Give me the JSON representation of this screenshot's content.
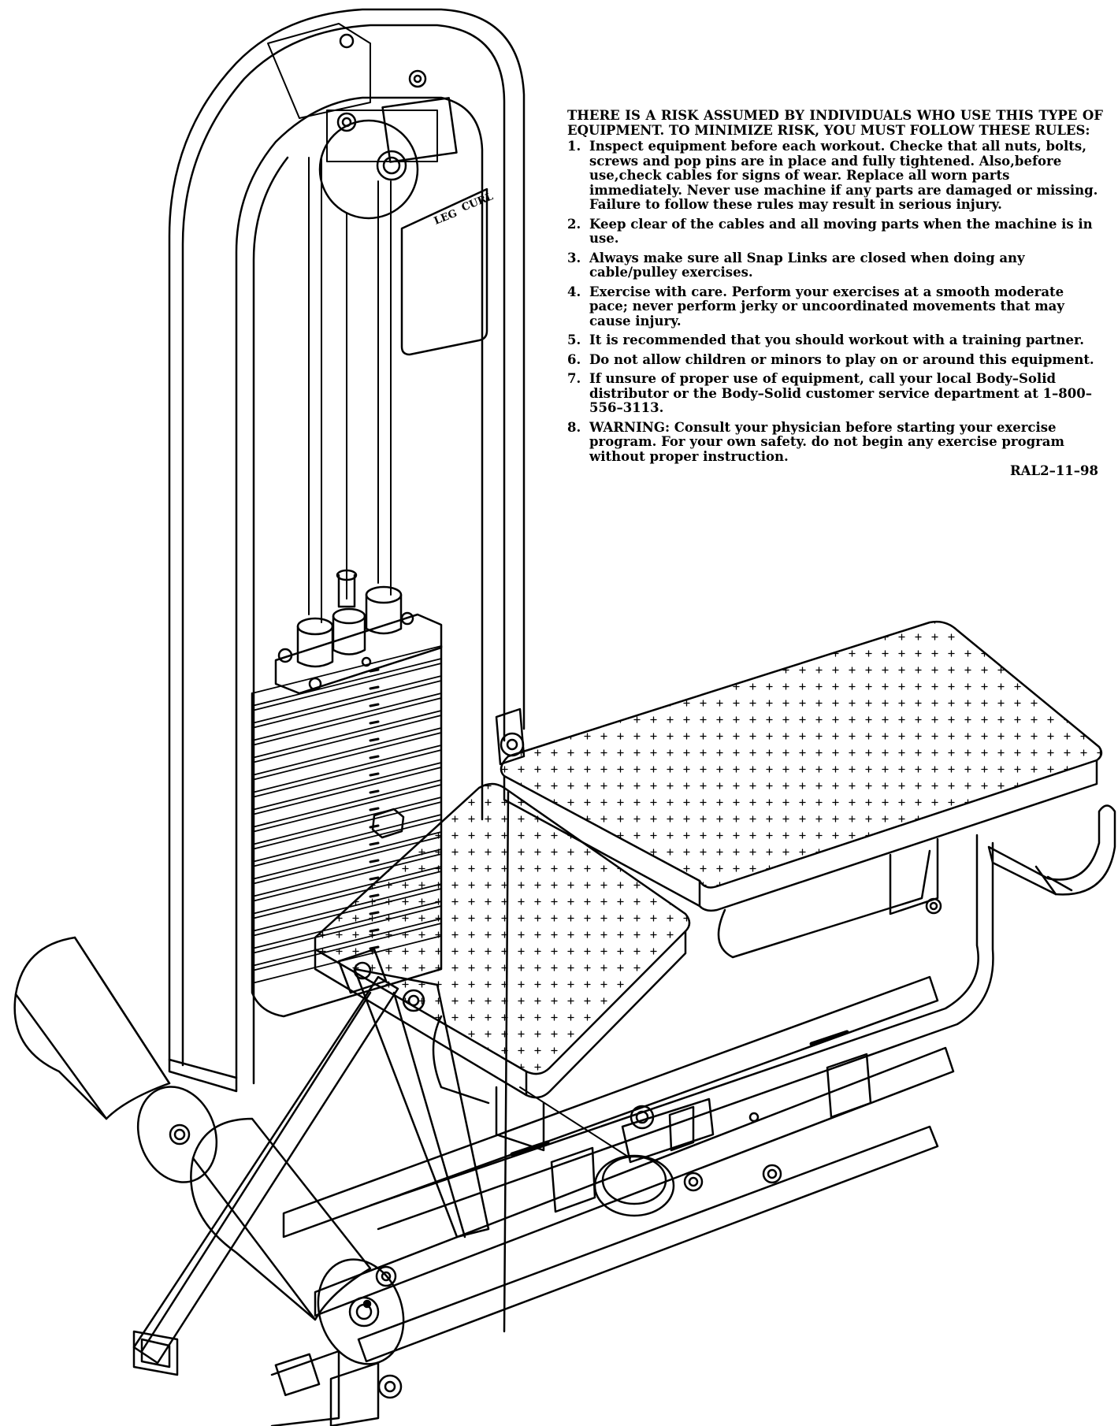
{
  "diagram": {
    "decal_label_left": "LEG",
    "decal_label_right": "CURL"
  },
  "warning": {
    "header": "THERE IS A RISK ASSUMED BY INDIVIDUALS WHO USE THIS TYPE OF EQUIPMENT. TO MINIMIZE RISK, YOU MUST FOLLOW THESE RULES:",
    "rules": [
      {
        "num": "1.",
        "text": "Inspect equipment before each workout. Checke that all nuts, bolts, screws and pop pins are in place and fully tightened. Also,before use,check cables for signs of wear. Replace all worn parts immediately. Never use machine if any parts are damaged or missing. Failure to follow these rules may result in serious injury."
      },
      {
        "num": "2.",
        "text": "Keep clear of the cables and all moving parts when the machine is in use."
      },
      {
        "num": "3.",
        "text": "Always make sure all Snap Links are closed when doing any cable/pulley exercises."
      },
      {
        "num": "4.",
        "text": "Exercise with care. Perform your exercises at a smooth moderate pace; never perform jerky or uncoordinated movements that may cause injury."
      },
      {
        "num": "5.",
        "text": "It is recommended that you should workout with a training partner."
      },
      {
        "num": "6.",
        "text": "Do not allow children or minors to play on or around this equipment."
      },
      {
        "num": "7.",
        "text": "If unsure of proper use of equipment, call your local Body–Solid distributor or the Body–Solid customer service department at 1–800–556–3113."
      },
      {
        "num": "8.",
        "text": "WARNING: Consult your physician before starting your exercise program. For your own safety. do not begin any exercise program without proper instruction."
      }
    ],
    "code": "RAL2–11–98"
  }
}
